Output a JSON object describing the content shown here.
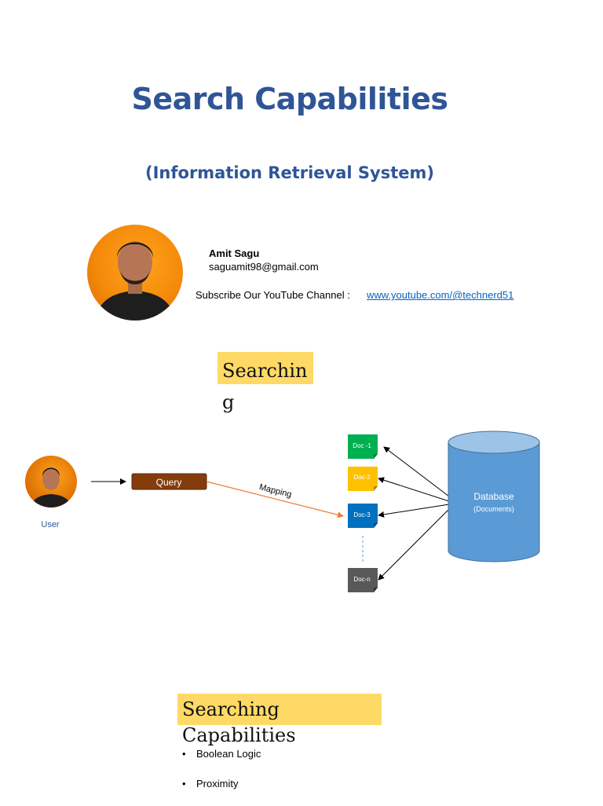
{
  "title": "Search Capabilities",
  "subtitle": "(Information Retrieval System)",
  "author": {
    "name": "Amit Sagu",
    "email": "saguamit98@gmail.com",
    "subscribe_label": "Subscribe Our YouTube Channel :",
    "youtube_link": "www.youtube.com/@technerd51"
  },
  "section1": {
    "heading": "Searching"
  },
  "diagram": {
    "user_label": "User",
    "query_label": "Query",
    "mapping_label": "Mapping",
    "docs": [
      {
        "label": "Doc -1",
        "color": "#00b050"
      },
      {
        "label": "Doc-2",
        "color": "#ffc000"
      },
      {
        "label": "Doc-3",
        "color": "#0070c0"
      },
      {
        "label": "Doc-n",
        "color": "#595959"
      }
    ],
    "database_label": "Database",
    "database_sublabel": "(Documents)",
    "colors": {
      "query_box": "#843c0c",
      "mapping_line": "#ed7d31",
      "database": "#5b9bd5",
      "database_top": "#9dc3e6",
      "user_label": "#2f5597"
    }
  },
  "section2": {
    "heading_line1": "Searching",
    "heading_line2": "Capabilities",
    "items": [
      "Boolean Logic",
      "Proximity"
    ]
  },
  "colors": {
    "title": "#2f5597",
    "highlight": "#ffd966",
    "link": "#0563c1"
  }
}
